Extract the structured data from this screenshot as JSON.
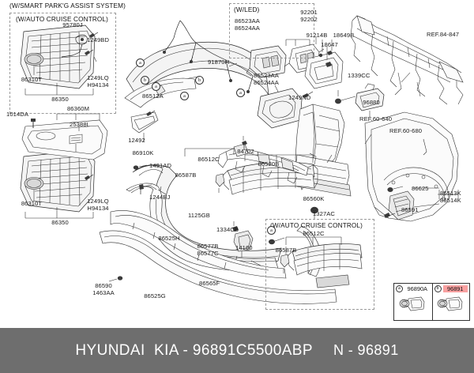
{
  "headers": {
    "smart_parking": "(W/SMART PARK'G ASSIST SYSTEM)",
    "auto_cruise_top": "(W/AUTO CRUISE CONTROL)",
    "w_led": "(W/LED)",
    "auto_cruise_bottom": "(W/AUTO CRUISE CONTROL)"
  },
  "labels": {
    "l95780J": "95780J",
    "l1249BD": "1249BD",
    "l86310T_a": "86310T",
    "l1249LQ_H94134_a": "1249LQ\nH94134",
    "l86350_a": "86350",
    "l1014DA": "1014DA",
    "l86360M": "86360M",
    "l25388L": "25388L",
    "l86310T_b": "86310T",
    "l1249LQ_H94134_b": "1249LQ\nH94134",
    "l86350_b": "86350",
    "l12492": "12492",
    "l86910K": "86910K",
    "l91870H": "91870H",
    "l86512A": "86512A",
    "l86523AA_86524AA_box": "86523AA\n86524AA",
    "l92201_92202": "92201\n92202",
    "l91214B": "91214B",
    "l18649B": "18649B",
    "l18647": "18647",
    "l86523AA_86524AA_main": "86523AA\n86524AA",
    "l1249ND": "1249ND",
    "lREF84847": "REF.84-847",
    "l1339CC": "1339CC",
    "l96880": "96880",
    "lREF60640": "REF.60-640",
    "lREF60680": "REF.60-680",
    "l1491AD": "1491AD",
    "l1244BJ": "1244BJ",
    "l86512C_main": "86512C",
    "l86587B_main": "86587B",
    "l84702": "84702",
    "l86520B": "86520B",
    "l86560K": "86560K",
    "l1327AC": "1327AC",
    "l86625": "86625",
    "l86591": "86591",
    "l86513K_86514K": "86513K\n86514K",
    "l1125GB": "1125GB",
    "l1334CB": "1334CB",
    "l86577B_86577C": "86577B\n86577C",
    "l14160": "14160",
    "l86525H": "86525H",
    "l86565F": "86565F",
    "l86590_1463AA": "86590\n1463AA",
    "l86525G": "86525G",
    "l86512C_box": "86512C",
    "l86587B_box": "86587B"
  },
  "callouts": {
    "a": "a",
    "b": "b"
  },
  "legend": {
    "cells": [
      {
        "mark": "a",
        "number": "96890A",
        "highlighted": false
      },
      {
        "mark": "b",
        "number": "96891",
        "highlighted": true
      }
    ],
    "highlight_color": "#f8a0a0"
  },
  "footer": {
    "brand_part": "HYUNDAI  KIA - 96891C5500ABP",
    "node_part": "N - 96891",
    "background_color": "#6e6e6e",
    "text_color": "#ffffff"
  }
}
